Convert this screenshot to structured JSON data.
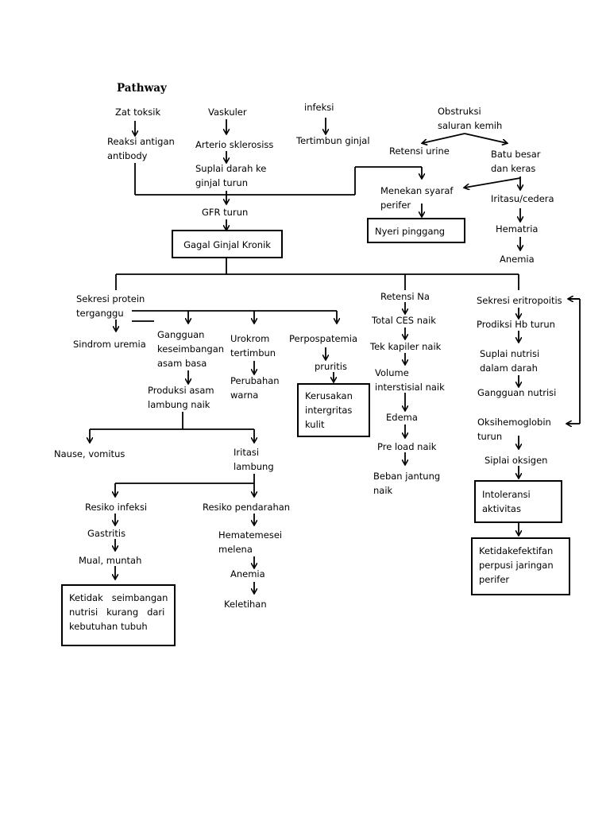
{
  "title": "Pathway",
  "nodes": {
    "zat_toksik": "Zat toksik",
    "reaksi_antigen": "Reaksi antigan\nantibody",
    "vaskuler": "Vaskuler",
    "arterio": "Arterio sklerosiss",
    "suplai_darah": "Suplai darah ke\nginjal turun",
    "infeksi": "infeksi",
    "tertimbun_ginjal": "Tertimbun ginjal",
    "obstruksi": "Obstruksi\nsaluran kemih",
    "retensi_urine": "Retensi urine",
    "batu_besar": "Batu besar\ndan keras",
    "menekan_syaraf": "Menekan syaraf\nperifer",
    "iritasu": "Iritasu/cedera",
    "hematria": "Hematria",
    "anemia_top": "Anemia",
    "gfr_turun": "GFR turun",
    "gagal_ginjal": "Gagal Ginjal Kronik",
    "nyeri_pinggang": "Nyeri pinggang",
    "sekresi_protein": "Sekresi protein\nterganggu",
    "sindrom_uremia": "Sindrom uremia",
    "gangguan_asam": "Gangguan\nkeseimbangan\nasam basa",
    "produksi_asam": "Produksi asam\nlambung naik",
    "urokrom": "Urokrom\ntertimbun",
    "perubahan_warna": "Perubahan\nwarna",
    "perpospatemia": "Perpospatemia",
    "pruritis": "pruritis",
    "kerusakan": "Kerusakan\nintergritas\nkulit",
    "nause": "Nause, vomitus",
    "iritasi_lambung": "Iritasi\nlambung",
    "resiko_infeksi": "Resiko infeksi",
    "gastritis": "Gastritis",
    "mual_muntah": "Mual, muntah",
    "ketidak_seimbangan": "Ketidak   seimbangan\nnutrisi   kurang   dari\nkebutuhan tubuh",
    "resiko_pendarahan": "Resiko pendarahan",
    "hematemesei": "Hematemesei\nmelena",
    "anemia_mid": "Anemia",
    "keletihan": "Keletihan",
    "retensi_na": "Retensi Na",
    "total_ces": "Total CES naik",
    "tek_kapiler": "Tek kapiler naik",
    "volume_interstisial": "Volume\ninterstisial naik",
    "edema": "Edema",
    "pre_load": "Pre load naik",
    "beban_jantung": "Beban jantung\nnaik",
    "sekresi_eritropoitis": "Sekresi eritropoitis",
    "prodiksi_hb": "Prodiksi Hb turun",
    "suplai_nutrisi": "Suplai nutrisi\ndalam darah",
    "gangguan_nutrisi": "Gangguan nutrisi",
    "oksihemoglobin": "Oksihemoglobin\nturun",
    "siplai_oksigen": "Siplai oksigen",
    "intoleransi": "Intoleransi\naktivitas",
    "ketidakefektifan": "Ketidakefektifan\nperpusi jaringan\nperifer"
  }
}
